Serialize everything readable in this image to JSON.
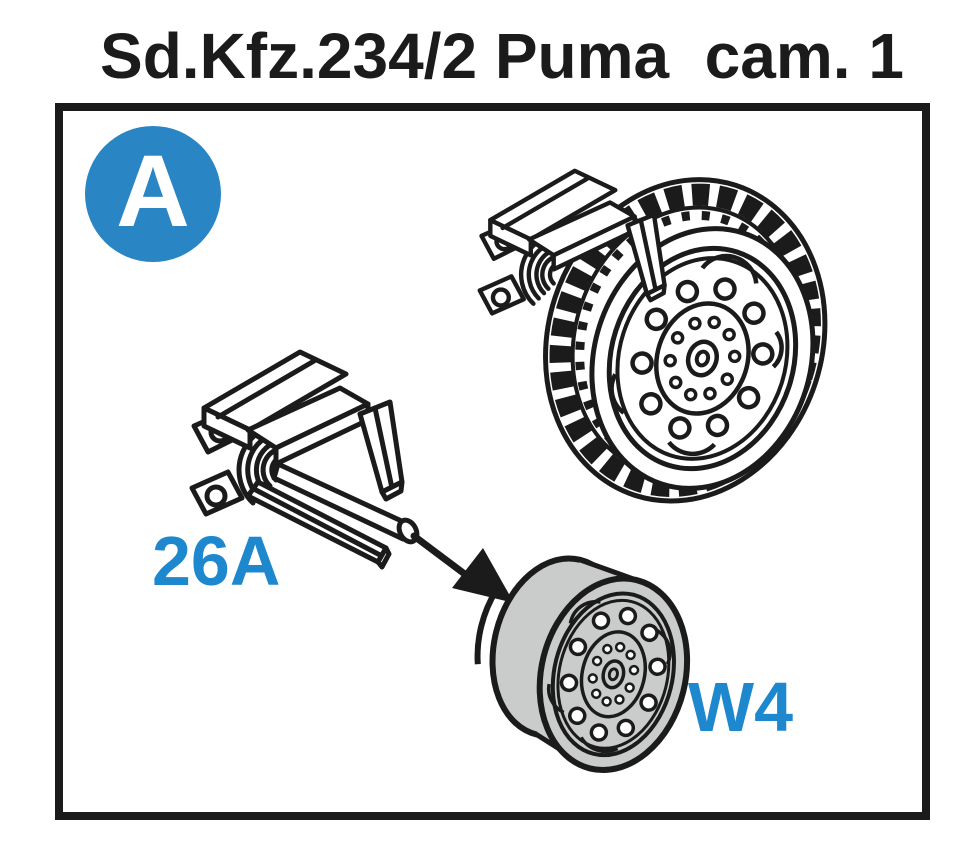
{
  "title": "Sd.Kfz.234/2 Puma  cam. 1",
  "step_badge": {
    "label": "A"
  },
  "parts": [
    {
      "id": "26A"
    },
    {
      "id": "W4"
    }
  ],
  "colors": {
    "badge_blue": "#2A85C5",
    "label_blue": "#1E88CE",
    "line_black": "#1b1b1b",
    "resin_gray": "#CACCCB"
  }
}
